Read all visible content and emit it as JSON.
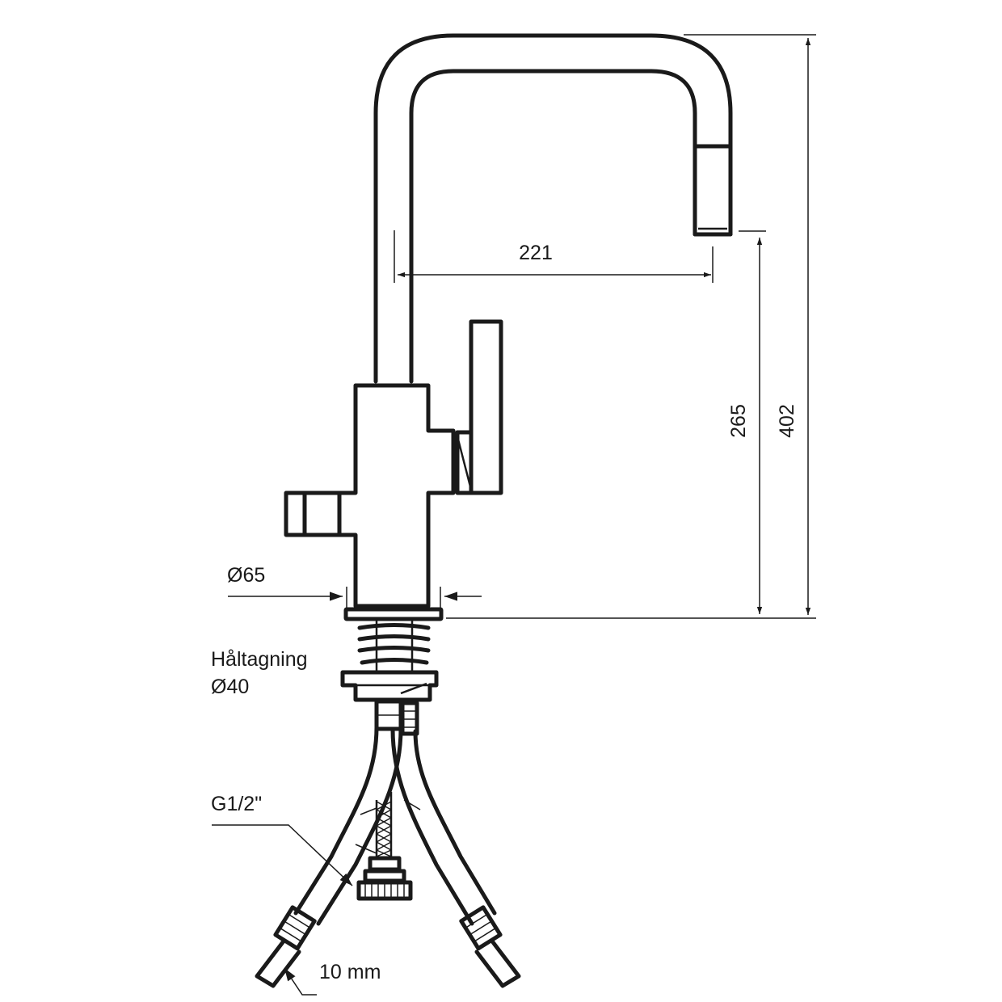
{
  "drawing": {
    "dimensions": {
      "spout_reach": "221",
      "spout_height": "265",
      "total_height": "402",
      "base_diameter": "Ø65",
      "hose_size": "10 mm"
    },
    "labels": {
      "hole_line1": "Håltagning",
      "hole_line2": "Ø40",
      "thread": "G1/2\""
    }
  },
  "colors": {
    "line": "#1a1a1a",
    "background": "#ffffff"
  }
}
